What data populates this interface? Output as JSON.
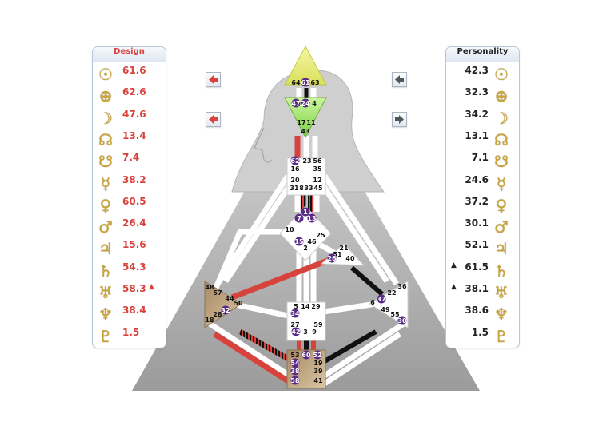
{
  "design": {
    "title": "Design",
    "rows": [
      {
        "icon": "sun-icon",
        "glyph": "☉",
        "value": "61.6",
        "flag": ""
      },
      {
        "icon": "earth-icon",
        "glyph": "⊕",
        "value": "62.6",
        "flag": ""
      },
      {
        "icon": "moon-icon",
        "glyph": "☽",
        "value": "47.6",
        "flag": ""
      },
      {
        "icon": "north-node-icon",
        "glyph": "☊",
        "value": "13.4",
        "flag": ""
      },
      {
        "icon": "south-node-icon",
        "glyph": "☋",
        "value": "7.4",
        "flag": ""
      },
      {
        "icon": "mercury-icon",
        "glyph": "☿",
        "value": "38.2",
        "flag": ""
      },
      {
        "icon": "venus-icon",
        "glyph": "♀",
        "value": "60.5",
        "flag": ""
      },
      {
        "icon": "mars-icon",
        "glyph": "♂",
        "value": "26.4",
        "flag": ""
      },
      {
        "icon": "jupiter-icon",
        "glyph": "♃",
        "value": "15.6",
        "flag": ""
      },
      {
        "icon": "saturn-icon",
        "glyph": "♄",
        "value": "54.3",
        "flag": ""
      },
      {
        "icon": "uranus-icon",
        "glyph": "♅",
        "value": "58.3",
        "flag": "▲"
      },
      {
        "icon": "neptune-icon",
        "glyph": "♆",
        "value": "38.4",
        "flag": ""
      },
      {
        "icon": "pluto-icon",
        "glyph": "♇",
        "value": "1.5",
        "flag": ""
      }
    ]
  },
  "personality": {
    "title": "Personality",
    "rows": [
      {
        "icon": "sun-icon",
        "glyph": "☉",
        "value": "42.3",
        "flag": ""
      },
      {
        "icon": "earth-icon",
        "glyph": "⊕",
        "value": "32.3",
        "flag": ""
      },
      {
        "icon": "moon-icon",
        "glyph": "☽",
        "value": "34.2",
        "flag": ""
      },
      {
        "icon": "north-node-icon",
        "glyph": "☊",
        "value": "13.1",
        "flag": ""
      },
      {
        "icon": "south-node-icon",
        "glyph": "☋",
        "value": "7.1",
        "flag": ""
      },
      {
        "icon": "mercury-icon",
        "glyph": "☿",
        "value": "24.6",
        "flag": ""
      },
      {
        "icon": "venus-icon",
        "glyph": "♀",
        "value": "37.2",
        "flag": ""
      },
      {
        "icon": "mars-icon",
        "glyph": "♂",
        "value": "30.1",
        "flag": ""
      },
      {
        "icon": "jupiter-icon",
        "glyph": "♃",
        "value": "52.1",
        "flag": ""
      },
      {
        "icon": "saturn-icon",
        "glyph": "♄",
        "value": "61.5",
        "flag": "▲"
      },
      {
        "icon": "uranus-icon",
        "glyph": "♅",
        "value": "38.1",
        "flag": "▲"
      },
      {
        "icon": "neptune-icon",
        "glyph": "♆",
        "value": "38.6",
        "flag": ""
      },
      {
        "icon": "pluto-icon",
        "glyph": "♇",
        "value": "1.5",
        "flag": ""
      }
    ]
  },
  "nav": {
    "left_top": "arrow-left-icon",
    "left_bottom": "arrow-left-icon",
    "right_top": "arrow-left-icon",
    "right_bottom": "arrow-right-icon"
  },
  "colors": {
    "design_red": "#d8423c",
    "personality_black": "#222222",
    "glyph_gold": "#c9a43a",
    "head_center": "#eaf08a",
    "ajna_center": "#9fe36a",
    "throat_g_center": "#ffffff",
    "motor_center": "#b99a72",
    "background_body": "#b8b8b8",
    "gate_badge": "#5a2b86"
  },
  "bodygraph": {
    "head_gates": [
      "64",
      "61",
      "63"
    ],
    "ajna_gates": [
      "47",
      "24",
      "4",
      "17",
      "11",
      "43"
    ],
    "throat_gates": [
      "62",
      "23",
      "56",
      "16",
      "35",
      "20",
      "31",
      "8",
      "33",
      "45",
      "12"
    ],
    "g_gates": [
      "1",
      "7",
      "13",
      "10",
      "15",
      "25",
      "46",
      "2"
    ],
    "heart_gates": [
      "21",
      "51",
      "26",
      "40"
    ],
    "spleen_gates": [
      "48",
      "57",
      "44",
      "50",
      "32",
      "28",
      "18"
    ],
    "solar_plexus_gates": [
      "36",
      "22",
      "37",
      "6",
      "49",
      "55",
      "30"
    ],
    "sacral_gates": [
      "5",
      "14",
      "29",
      "34",
      "27",
      "59",
      "42",
      "3",
      "9"
    ],
    "root_gates": [
      "53",
      "60",
      "52",
      "54",
      "19",
      "38",
      "39",
      "58",
      "41"
    ],
    "highlighted_gates": [
      "61",
      "47",
      "24",
      "62",
      "1",
      "7",
      "13",
      "15",
      "26",
      "37",
      "32",
      "34",
      "42",
      "60",
      "52",
      "54",
      "38",
      "58",
      "30"
    ]
  }
}
